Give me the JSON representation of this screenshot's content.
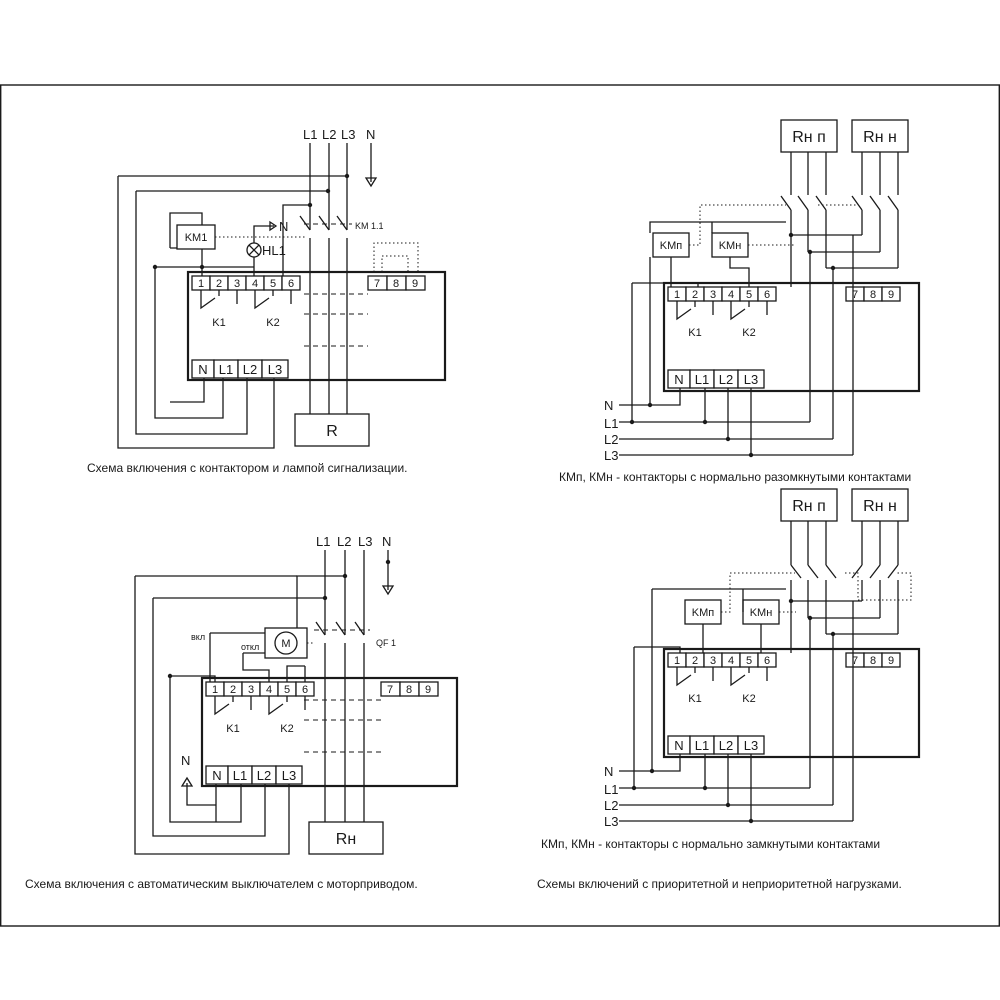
{
  "relay_terminals_top": [
    "1",
    "2",
    "3",
    "4",
    "5",
    "6"
  ],
  "relay_terminals_right": [
    "7",
    "8",
    "9"
  ],
  "relay_terminals_bottom": [
    "N",
    "L1",
    "L2",
    "L3"
  ],
  "relay_contacts": [
    "K1",
    "K2"
  ],
  "lines": [
    "L1",
    "L2",
    "L3",
    "N"
  ],
  "side_lines": [
    "N",
    "L1",
    "L2",
    "L3"
  ],
  "diagram_contactor_lamp": {
    "coil": "KM1",
    "lamp": "HL1",
    "neutral": "N",
    "contacts": "KM 1.1",
    "load": "R",
    "caption": "Схема включения с контактором и лампой сигнализации."
  },
  "diagram_nc": {
    "load_priority": "Rн п",
    "load_nonpriority": "Rн н",
    "coil_priority": "KMп",
    "coil_nonpriority": "KMн",
    "caption": "КМп, КМн - контакторы с нормально разомкнутыми контактами"
  },
  "diagram_breaker": {
    "on_label": "вкл",
    "off_label": "откл",
    "motor": "M",
    "breaker": "QF 1",
    "neutral": "N",
    "load": "Rн",
    "caption": "Схема включения с автоматическим выключателем с моторприводом."
  },
  "diagram_nc2": {
    "load_priority": "Rн п",
    "load_nonpriority": "Rн н",
    "coil_priority": "KMп",
    "coil_nonpriority": "KMн",
    "caption": "КМп, КМн - контакторы с нормально замкнутыми контактами"
  },
  "caption_common": "Схемы включений с приоритетной и неприоритетной нагрузками."
}
